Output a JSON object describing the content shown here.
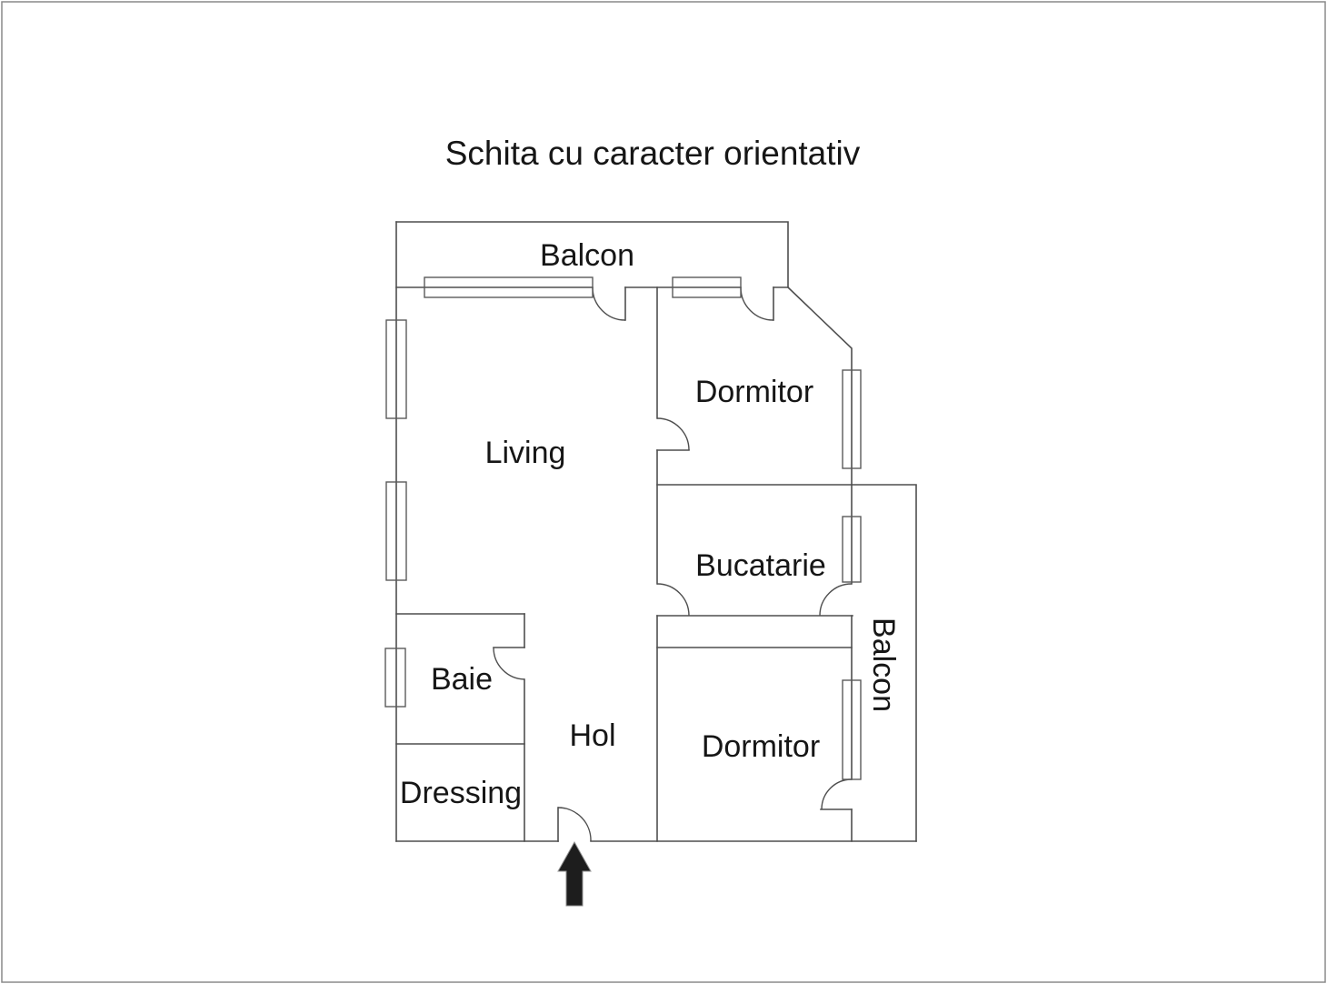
{
  "page": {
    "title": "Schita cu caracter orientativ"
  },
  "colors": {
    "wall_line": "#4f4f4f",
    "window_line": "#5a5a5a",
    "label_text": "#161616",
    "arrow_fill": "#1d1d1d",
    "page_border": "#8a8a8a",
    "background": "#ffffff"
  },
  "rooms": {
    "balcon_top": {
      "label": "Balcon"
    },
    "living": {
      "label": "Living"
    },
    "dormitor_top": {
      "label": "Dormitor"
    },
    "bucatarie": {
      "label": "Bucatarie"
    },
    "balcon_right": {
      "label": "Balcon"
    },
    "baie": {
      "label": "Baie"
    },
    "hol": {
      "label": "Hol"
    },
    "dressing": {
      "label": "Dressing"
    },
    "dormitor_bottom": {
      "label": "Dormitor"
    }
  },
  "markers": {
    "entrance_arrow": "entrance-direction-up-arrow"
  }
}
